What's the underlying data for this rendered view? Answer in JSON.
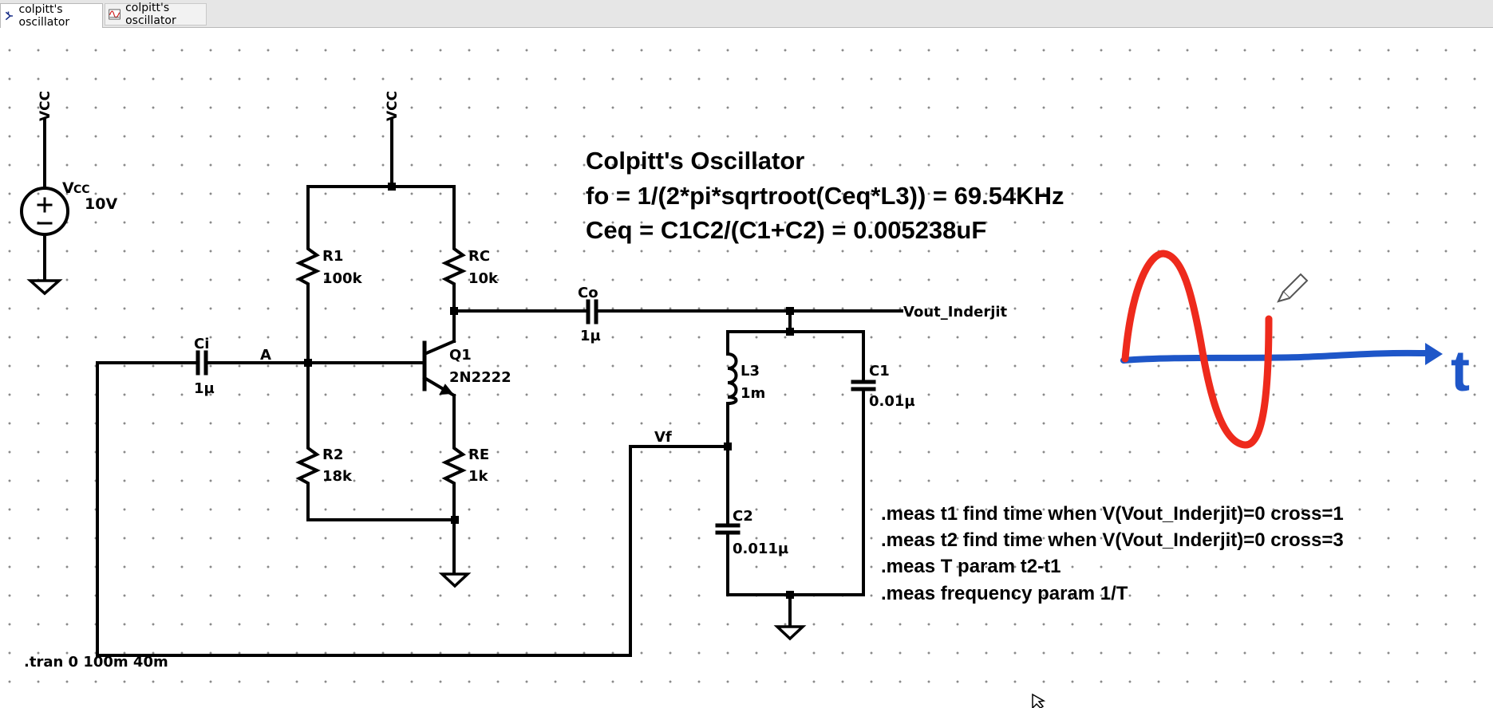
{
  "tabs": [
    {
      "label": "colpitt's oscillator",
      "icon": "schematic-icon",
      "active": true
    },
    {
      "label": "colpitt's oscillator",
      "icon": "waveform-icon",
      "active": false
    }
  ],
  "schematic": {
    "supply_net_left": "VCC",
    "supply_net_top": "VCC",
    "source": {
      "name_main": "V",
      "name_sub": "CC",
      "value": "10V"
    },
    "r1": {
      "name": "R1",
      "value": "100k"
    },
    "r2": {
      "name": "R2",
      "value": "18k"
    },
    "rc": {
      "name": "RC",
      "value": "10k"
    },
    "re": {
      "name": "RE",
      "value": "1k"
    },
    "ci": {
      "name": "Ci",
      "value": "1µ"
    },
    "co": {
      "name": "Co",
      "value": "1µ"
    },
    "q1": {
      "name": "Q1",
      "value": "2N2222"
    },
    "l3": {
      "name": "L3",
      "value": "1m"
    },
    "c1": {
      "name": "C1",
      "value": "0.01µ"
    },
    "c2": {
      "name": "C2",
      "value": "0.011µ"
    },
    "net_a": "A",
    "net_vf": "Vf",
    "net_vout": "Vout_Inderjit",
    "tran_directive": ".tran 0 100m 40m"
  },
  "title_block": {
    "line1": "Colpitt's Oscillator",
    "line2": "fo = 1/(2*pi*sqrtroot(Ceq*L3)) = 69.54KHz",
    "line3": "Ceq = C1C2/(C1+C2) = 0.005238uF"
  },
  "meas": [
    ".meas t1 find time when V(Vout_Inderjit)=0 cross=1",
    ".meas t2 find time when V(Vout_Inderjit)=0 cross=3",
    ".meas T param t2-t1",
    ".meas frequency param 1/T"
  ],
  "sketch": {
    "axis_label": "t",
    "wave_color": "#ee2a1c",
    "axis_color": "#1e56c8"
  },
  "colors": {
    "wire": "#000000",
    "grid_dot": "#8a8a8a",
    "tab_bar": "#e6e6e6"
  }
}
